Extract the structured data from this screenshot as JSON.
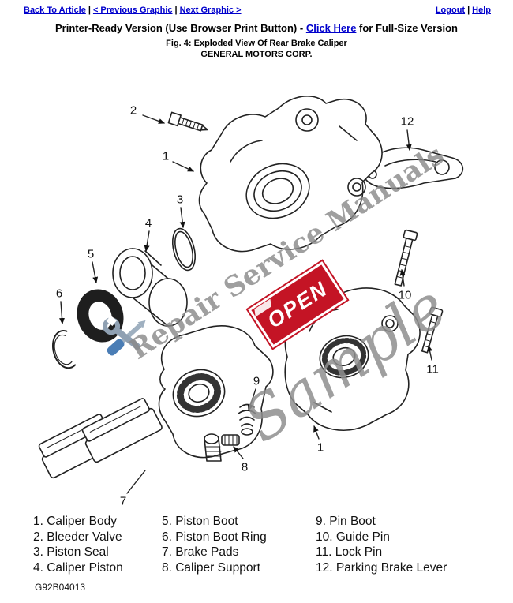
{
  "nav": {
    "back_to_article": "Back To Article",
    "previous_graphic": "< Previous Graphic",
    "next_graphic": "Next Graphic >",
    "logout": "Logout",
    "help": "Help",
    "separator": "|"
  },
  "header": {
    "printer_ready_prefix": "Printer-Ready Version (Use Browser Print Button) - ",
    "click_here_link": "Click Here",
    "printer_ready_suffix": " for Full-Size Version",
    "figure_caption": "Fig. 4: Exploded View Of Rear Brake Caliper",
    "company": "GENERAL MOTORS CORP."
  },
  "diagram": {
    "callouts": [
      "2",
      "1",
      "12",
      "3",
      "4",
      "5",
      "6",
      "10",
      "11",
      "9",
      "8",
      "1",
      "7"
    ],
    "watermark_primary": "Repair Service Manuals",
    "watermark_secondary": "Sample",
    "open_sign_text": "OPEN"
  },
  "legend": {
    "columns": [
      [
        "1. Caliper Body",
        "2. Bleeder Valve",
        "3. Piston Seal",
        "4. Caliper Piston"
      ],
      [
        "5. Piston Boot",
        "6. Piston Boot Ring",
        "7. Brake Pads",
        "8. Caliper Support"
      ],
      [
        "9. Pin Boot",
        "10. Guide Pin",
        "11. Lock Pin",
        "12. Parking Brake Lever"
      ]
    ]
  },
  "footer": {
    "drawing_number": "G92B04013"
  },
  "colors": {
    "link_blue": "#0000cc",
    "text_black": "#000000",
    "watermark_gray": "#8a8a8a",
    "open_sign_red": "#c41425",
    "line_art": "#222222"
  }
}
